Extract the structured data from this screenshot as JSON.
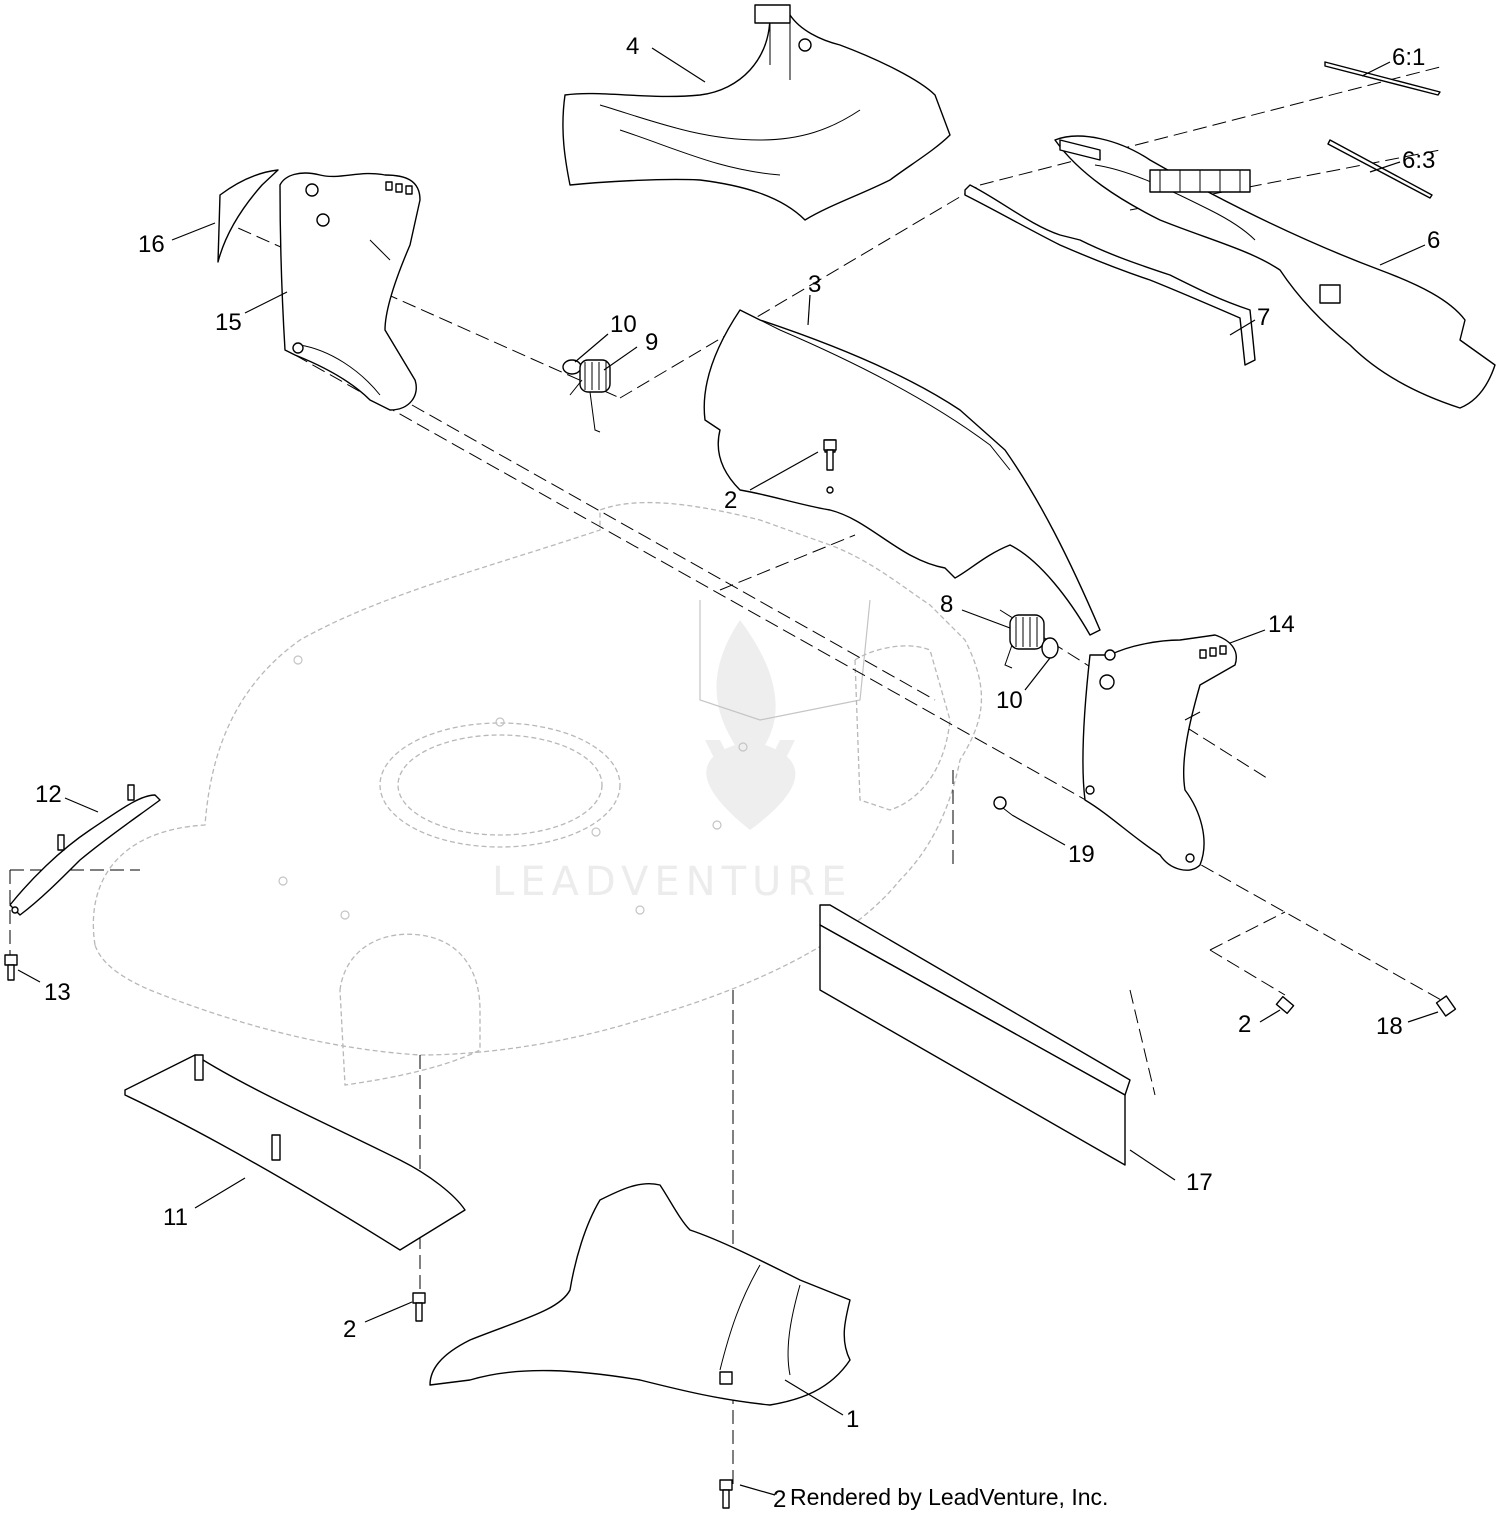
{
  "diagram": {
    "callouts": [
      {
        "id": "c1",
        "label": "1"
      },
      {
        "id": "c2a",
        "label": "2"
      },
      {
        "id": "c2b",
        "label": "2"
      },
      {
        "id": "c2c",
        "label": "2"
      },
      {
        "id": "c2d",
        "label": "2"
      },
      {
        "id": "c3",
        "label": "3"
      },
      {
        "id": "c4",
        "label": "4"
      },
      {
        "id": "c6",
        "label": "6"
      },
      {
        "id": "c61",
        "label": "6:1"
      },
      {
        "id": "c63",
        "label": "6:3"
      },
      {
        "id": "c7",
        "label": "7"
      },
      {
        "id": "c8",
        "label": "8"
      },
      {
        "id": "c9",
        "label": "9"
      },
      {
        "id": "c10a",
        "label": "10"
      },
      {
        "id": "c10b",
        "label": "10"
      },
      {
        "id": "c11",
        "label": "11"
      },
      {
        "id": "c12",
        "label": "12"
      },
      {
        "id": "c13",
        "label": "13"
      },
      {
        "id": "c14",
        "label": "14"
      },
      {
        "id": "c15",
        "label": "15"
      },
      {
        "id": "c16",
        "label": "16"
      },
      {
        "id": "c17",
        "label": "17"
      },
      {
        "id": "c18",
        "label": "18"
      },
      {
        "id": "c19",
        "label": "19"
      }
    ],
    "bottom_callout": "2",
    "credit": "Rendered by LeadVenture, Inc.",
    "watermark": "LEADVENTURE"
  }
}
